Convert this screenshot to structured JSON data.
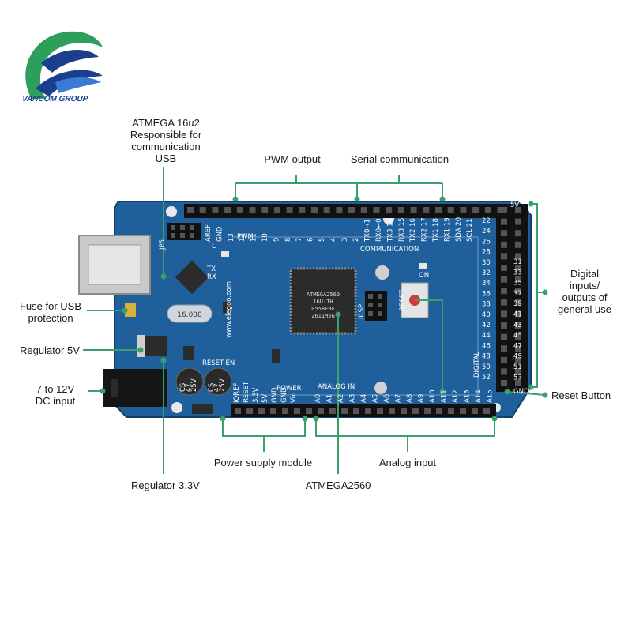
{
  "brand": {
    "logo_text": "VANCOM GROUP",
    "accent": "#2e9e5b",
    "brand_blue": "#1b3f8f"
  },
  "colors": {
    "board": "#1f5f9c",
    "leader": "#3aa06b",
    "chip": "#2b2b2b",
    "header": "#111111"
  },
  "labels": {
    "atmega16u2": [
      "ATMEGA 16u2",
      "Responsible for",
      "communication",
      "USB"
    ],
    "pwm_output": "PWM output",
    "serial_communication": "Serial communication",
    "digital_io": [
      "Digital",
      "inputs/",
      "outputs of",
      "general use"
    ],
    "fuse_usb": [
      "Fuse for USB",
      "protection"
    ],
    "regulator_5v": "Regulator 5V",
    "dc_input": [
      "7 to 12V",
      "DC input"
    ],
    "reset_button": "Reset Button",
    "power_supply_module": "Power supply module",
    "analog_input": "Analog input",
    "regulator_3v3": "Regulator 3.3V",
    "atmega2560": "ATMEGA2560"
  },
  "board": {
    "top_header": [
      "AREF",
      "GND",
      "13",
      "12",
      "11",
      "10",
      "9",
      "8",
      "7",
      "6",
      "5",
      "4",
      "3",
      "2",
      "TX0→1",
      "RX0←0",
      "TX3 14",
      "RX3 15",
      "TX2 16",
      "RX2 17",
      "TX1 18",
      "RX1 19",
      "SDA 20",
      "SCL 21"
    ],
    "top_group_labels": {
      "pwm": "PWM",
      "communication": "COMMUNICATION"
    },
    "right_header_left": [
      "22",
      "24",
      "26",
      "28",
      "30",
      "32",
      "34",
      "36",
      "38",
      "40",
      "42",
      "44",
      "46",
      "48",
      "50",
      "52"
    ],
    "right_header_right": [
      "31",
      "33",
      "35",
      "37",
      "39",
      "41",
      "43",
      "45",
      "47",
      "49",
      "51",
      "53"
    ],
    "right_top": "5V",
    "right_bottom": "GND",
    "digital_label": "DIGITAL",
    "bottom_power": [
      "IOREF",
      "RESET",
      "3.3V",
      "5V",
      "GND",
      "GND",
      "Vin"
    ],
    "bottom_power_label": "POWER",
    "bottom_analog_label": "ANALOG IN",
    "bottom_analog": [
      "A0",
      "A1",
      "A2",
      "A3",
      "A4",
      "A5",
      "A6",
      "A7",
      "A8",
      "A9",
      "A10",
      "A11",
      "A12",
      "A13",
      "A14",
      "A15"
    ],
    "main_chip": [
      "ATMEGA2560",
      "16U-TH",
      "0558E9F",
      "Z611M5G"
    ],
    "crystal": "16.000",
    "cap1": [
      "CS",
      "47",
      "25V"
    ],
    "cap2": [
      "CS",
      "47",
      "25V"
    ],
    "website": "www.elegoo.com",
    "reset_text": "RESET",
    "reset_en": "RESET-EN",
    "tx": "TX",
    "rx": "RX",
    "l_led": "L",
    "on_led": "ON",
    "icsp": "ICSP",
    "jp5": "JP5"
  }
}
